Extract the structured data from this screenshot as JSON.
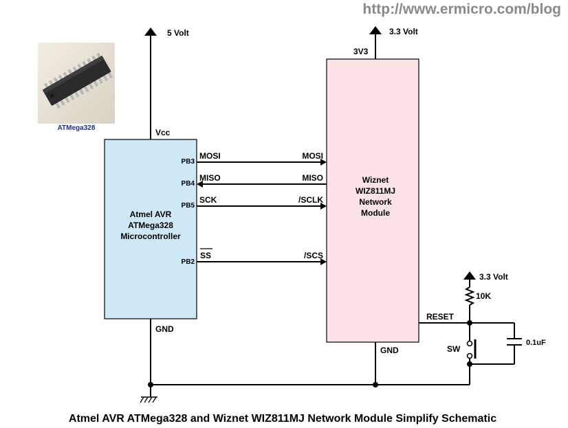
{
  "header": {
    "url": "http://www.ermicro.com/blog"
  },
  "chip_photo": {
    "label": "ATMega328"
  },
  "mcu": {
    "line1": "Atmel AVR",
    "line2": "ATMega328",
    "line3": "Microcontroller",
    "vcc": "Vcc",
    "gnd": "GND",
    "supply": "5 Volt",
    "pins": {
      "pb3": "PB3",
      "pb4": "PB4",
      "pb5": "PB5",
      "pb2": "PB2"
    },
    "signals": {
      "mosi": "MOSI",
      "miso": "MISO",
      "sck": "SCK",
      "ss": "SS"
    }
  },
  "wiz": {
    "line1": "Wiznet",
    "line2": "WIZ811MJ",
    "line3": "Network",
    "line4": "Module",
    "v3v3": "3V3",
    "gnd": "GND",
    "supply": "3.3 Volt",
    "reset": "RESET",
    "signals": {
      "mosi": "MOSI",
      "miso": "MISO",
      "sclk": "/SCLK",
      "scs": "/SCS"
    }
  },
  "reset_circuit": {
    "supply": "3.3 Volt",
    "resistor": "10K",
    "switch": "SW",
    "capacitor": "0.1uF"
  },
  "caption": "Atmel AVR ATMega328 and Wiznet WIZ811MJ Network Module Simplify Schematic"
}
